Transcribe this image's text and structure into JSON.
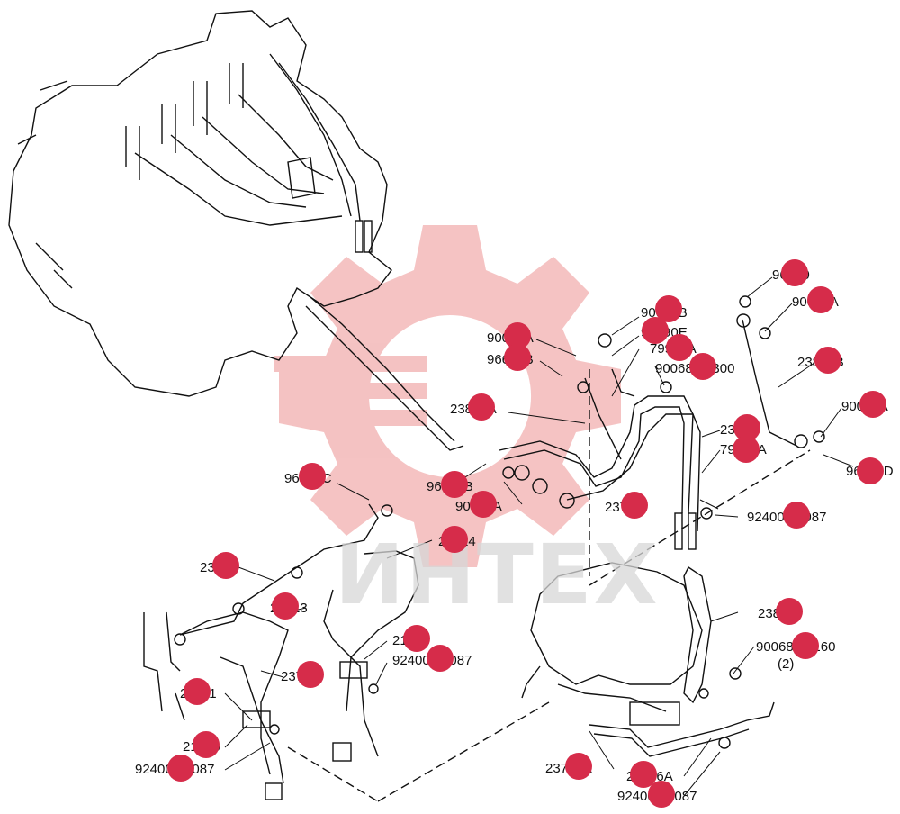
{
  "watermark": {
    "brand": "ИНТЕХ",
    "color": "#f3b8b8"
  },
  "labels": [
    {
      "id": "96590-a",
      "text": "96590"
    },
    {
      "id": "90019a-a",
      "text": "90019A"
    },
    {
      "id": "90029b",
      "text": "90029B"
    },
    {
      "id": "96590e",
      "text": "96590E"
    },
    {
      "id": "90029a-a",
      "text": "90029A"
    },
    {
      "id": "79904a-a",
      "text": "79904A"
    },
    {
      "id": "96659b",
      "text": "96659B"
    },
    {
      "id": "90068-08300",
      "text": "90068-08300"
    },
    {
      "id": "23816b",
      "text": "23816B"
    },
    {
      "id": "23816a",
      "text": "23816A"
    },
    {
      "id": "23816",
      "text": "23816"
    },
    {
      "id": "79904a-b",
      "text": "79904A"
    },
    {
      "id": "90019a-b",
      "text": "90019A"
    },
    {
      "id": "96590d-b",
      "text": "96590D"
    },
    {
      "id": "96590c",
      "text": "96590C"
    },
    {
      "id": "96659b-b",
      "text": "96659B"
    },
    {
      "id": "90029a-b",
      "text": "90029A"
    },
    {
      "id": "23783",
      "text": "23783"
    },
    {
      "id": "92400-a",
      "text": "92400-08087"
    },
    {
      "id": "23714",
      "text": "23714"
    },
    {
      "id": "23081",
      "text": "23081"
    },
    {
      "id": "23713",
      "text": "23713"
    },
    {
      "id": "21576-a",
      "text": "21576"
    },
    {
      "id": "92400-b",
      "text": "92400-08087"
    },
    {
      "id": "23712",
      "text": "23712"
    },
    {
      "id": "23711",
      "text": "23711"
    },
    {
      "id": "21576-b",
      "text": "21576"
    },
    {
      "id": "92400-c",
      "text": "92400-08087"
    },
    {
      "id": "23809",
      "text": "23809"
    },
    {
      "id": "90068-08160",
      "text": "90068-08160"
    },
    {
      "id": "qty-2",
      "text": "(2)"
    },
    {
      "id": "23783a",
      "text": "23783A"
    },
    {
      "id": "21576a",
      "text": "21576A"
    },
    {
      "id": "92400-d",
      "text": "92400-08087"
    }
  ]
}
